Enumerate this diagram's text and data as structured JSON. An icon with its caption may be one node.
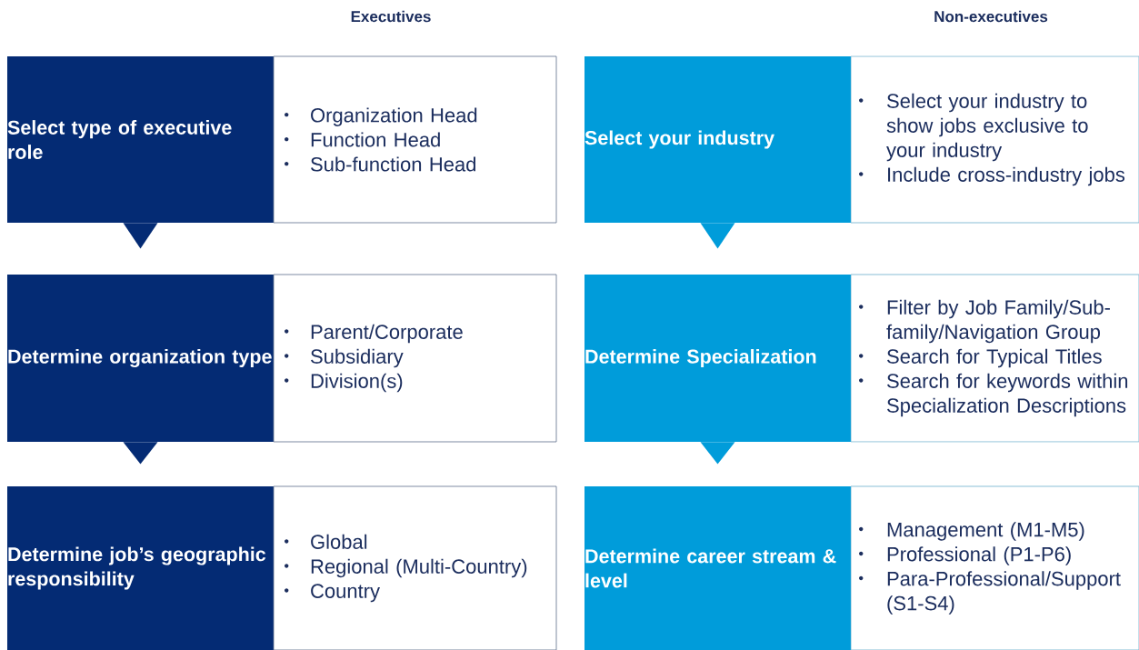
{
  "diagram": {
    "nodes": [
      {
        "text": [
          "Select type of executive role"
        ]
      },
      {
        "text": [
          "Organization Head",
          "Function Head",
          "Sub-function Head"
        ]
      },
      {
        "text": [
          "Determine organization type"
        ]
      },
      {
        "text": [
          "Parent/Corporate",
          "Subsidiary",
          "Division(s)"
        ]
      },
      {
        "text": [
          "Determine job’s geographic responsibility"
        ]
      },
      {
        "text": [
          "Global",
          "Regional (Multi-Country)",
          "Country"
        ]
      },
      {
        "text": [
          "Select your industry"
        ]
      },
      {
        "text": [
          "Select your industry to show jobs exclusive to your industry",
          "Include cross-industry jobs"
        ]
      },
      {
        "text": [
          "Determine Specialization"
        ]
      },
      {
        "text": [
          "Filter by Job Family/Sub-family/Navigation Group",
          "Search for Typical Titles",
          "Search for keywords within Specialization Descriptions"
        ]
      },
      {
        "text": [
          "Determine career stream & level"
        ]
      },
      {
        "text": [
          "Management (M1-M5)",
          "Professional (P1-P6)",
          "Para-Professional/Support (S1-S4)"
        ]
      }
    ],
    "edges": [
      {
        "from": 0,
        "to": 2,
        "arrow": "to"
      },
      {
        "from": 2,
        "to": 4,
        "arrow": "to"
      },
      {
        "from": 6,
        "to": 8,
        "arrow": "to"
      },
      {
        "from": 8,
        "to": 10,
        "arrow": "to"
      }
    ],
    "labels": [
      "Executives",
      "Non-executives"
    ]
  }
}
